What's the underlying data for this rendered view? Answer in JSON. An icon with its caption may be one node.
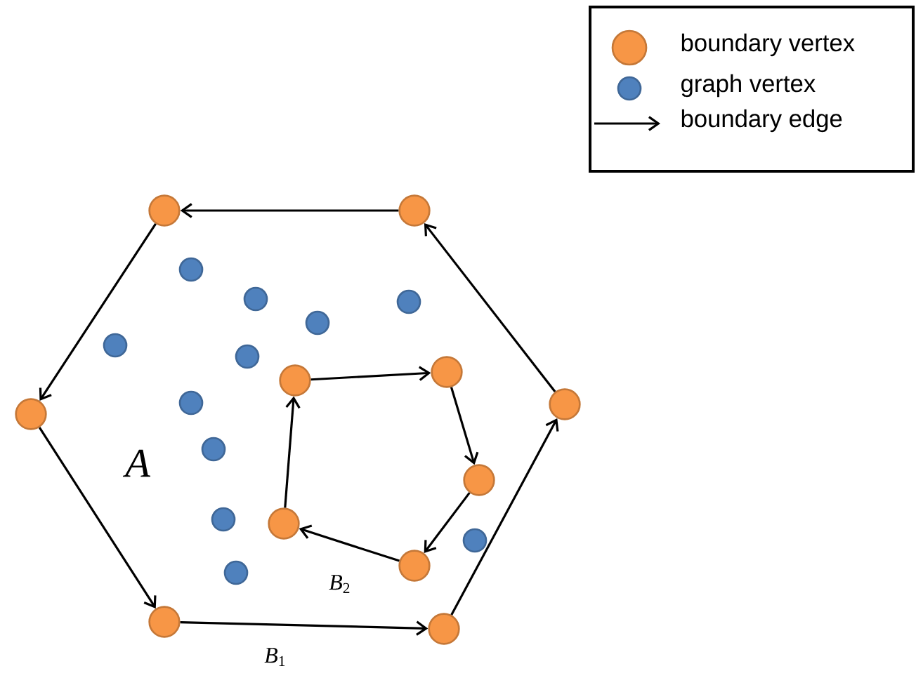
{
  "diagram": {
    "nodes": [
      {
        "text": [],
        "shape": "circle"
      },
      {
        "text": [],
        "shape": "circle"
      },
      {
        "text": [],
        "shape": "circle"
      },
      {
        "text": [],
        "shape": "circle"
      },
      {
        "text": [],
        "shape": "circle"
      },
      {
        "text": [],
        "shape": "circle"
      },
      {
        "text": [],
        "shape": "circle"
      },
      {
        "text": [],
        "shape": "circle"
      },
      {
        "text": [],
        "shape": "circle"
      },
      {
        "text": [],
        "shape": "circle"
      },
      {
        "text": [],
        "shape": "circle"
      },
      {
        "text": [],
        "shape": "circle"
      },
      {
        "text": [],
        "shape": "circle"
      },
      {
        "text": [],
        "shape": "circle"
      },
      {
        "text": [],
        "shape": "circle"
      },
      {
        "text": [],
        "shape": "circle"
      },
      {
        "text": [],
        "shape": "circle"
      },
      {
        "text": [],
        "shape": "circle"
      },
      {
        "text": [],
        "shape": "circle"
      },
      {
        "text": [],
        "shape": "circle"
      },
      {
        "text": [],
        "shape": "circle"
      },
      {
        "text": [],
        "shape": "circle"
      }
    ],
    "edges": [
      {
        "from": 1,
        "to": 0,
        "arrow": "to"
      },
      {
        "from": 0,
        "to": 12,
        "arrow": "to"
      },
      {
        "from": 12,
        "to": 20,
        "arrow": "to"
      },
      {
        "from": 20,
        "to": 21,
        "arrow": "to"
      },
      {
        "from": 21,
        "to": 11,
        "arrow": "to"
      },
      {
        "from": 11,
        "to": 1,
        "arrow": "to"
      },
      {
        "from": 9,
        "to": 8,
        "arrow": "to"
      },
      {
        "from": 8,
        "to": 14,
        "arrow": "to"
      },
      {
        "from": 14,
        "to": 18,
        "arrow": "to"
      },
      {
        "from": 18,
        "to": 16,
        "arrow": "to"
      },
      {
        "from": 16,
        "to": 9,
        "arrow": "to"
      }
    ],
    "labels": [
      "A",
      "*B*$_{2}$",
      "*B*$_{1}$"
    ],
    "legend": [
      {
        "text": "boundary vertex",
        "color": "#f79646"
      },
      {
        "text": "graph vertex",
        "color": "#4f81bd"
      },
      {
        "text": "boundary edge"
      }
    ]
  }
}
